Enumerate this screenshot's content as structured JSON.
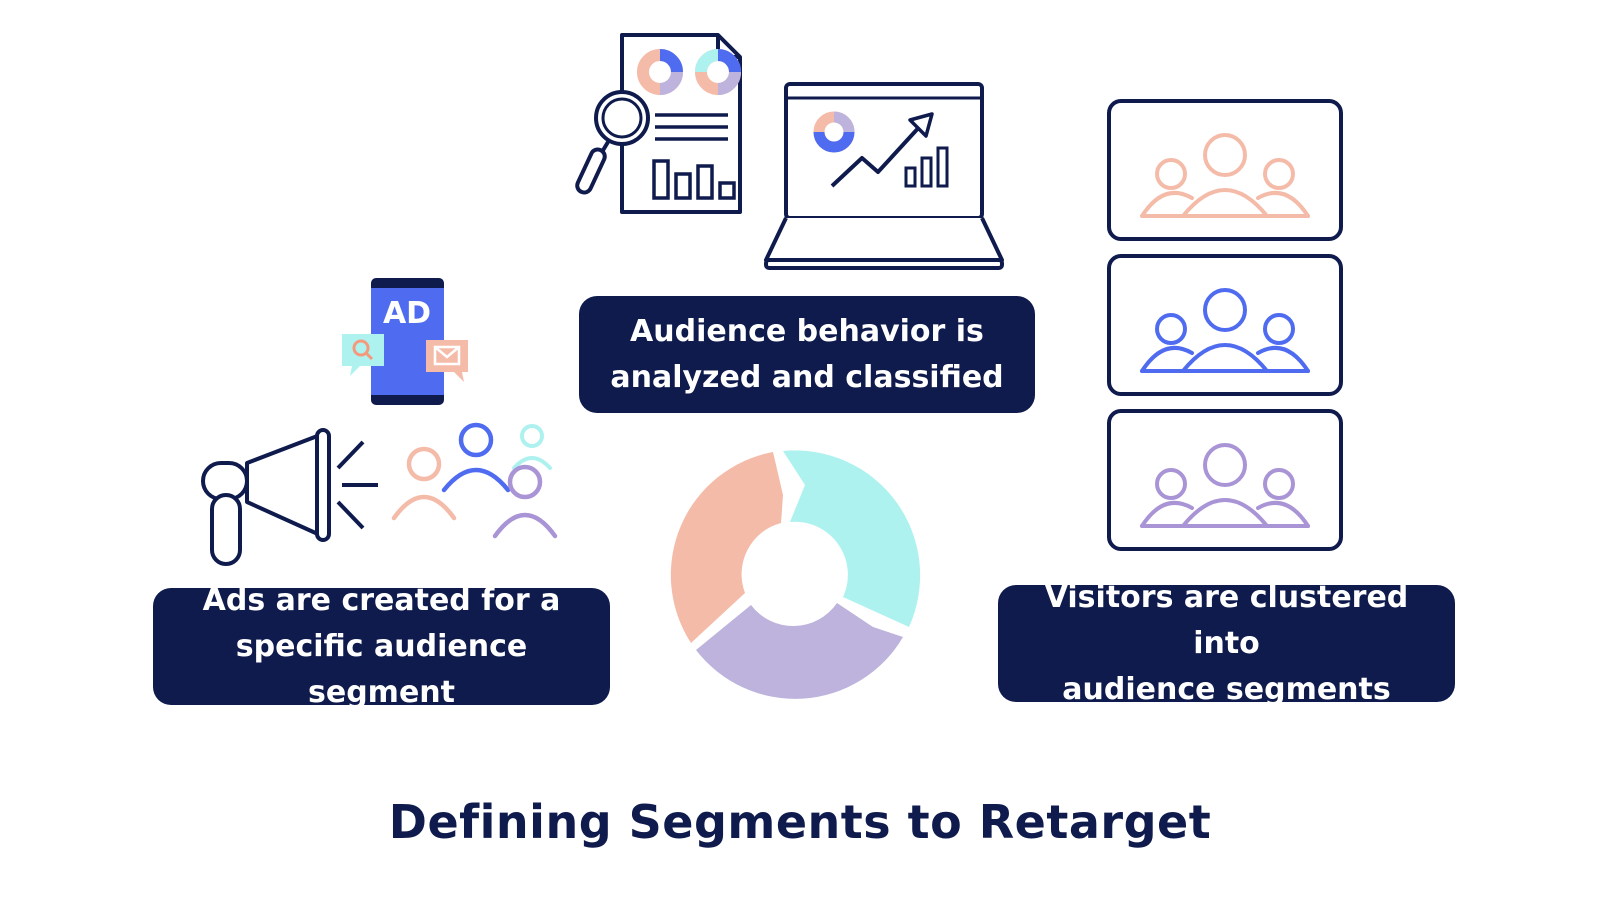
{
  "title": "Defining Segments to Retarget",
  "steps": {
    "analyze": {
      "line1": "Audience behavior is",
      "line2": "analyzed and classified"
    },
    "ads": {
      "line1": "Ads are created for a",
      "line2": "specific audience segment"
    },
    "visitors": {
      "line1": "Visitors are clustered into",
      "line2": "audience segments"
    }
  },
  "ad_phone": {
    "label": "AD"
  },
  "colors": {
    "navy": "#0f1a4d",
    "peach": "#f5bba9",
    "teal": "#aef2f0",
    "lavender": "#bdb3dc",
    "blue": "#4f6cf0",
    "purple": "#a994d6"
  },
  "icons": [
    "report-document-icon",
    "magnifier-icon",
    "laptop-chart-icon",
    "phone-ad-icon",
    "megaphone-icon",
    "people-group-icon",
    "cycle-arrows-icon",
    "segment-card-icon"
  ]
}
